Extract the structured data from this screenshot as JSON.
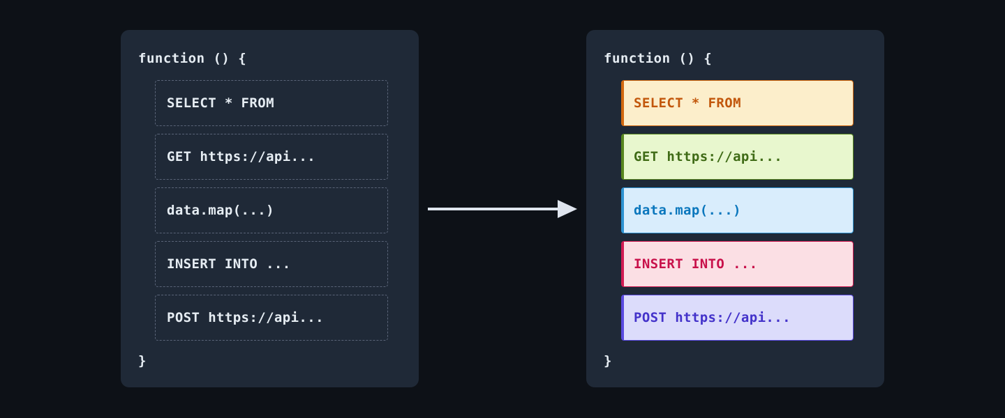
{
  "theme": {
    "page_background": "#0d1117",
    "panel_background": "#1f2937",
    "code_text": "#e6edf3",
    "dashed_border": "#5a6478",
    "arrow_color": "#dfe5ee"
  },
  "before_panel": {
    "function_open": "function () {",
    "function_close": "}",
    "statements": [
      {
        "text": "SELECT * FROM"
      },
      {
        "text": "GET https://api..."
      },
      {
        "text": "data.map(...)"
      },
      {
        "text": "INSERT INTO ..."
      },
      {
        "text": "POST https://api..."
      }
    ]
  },
  "after_panel": {
    "function_open": "function () {",
    "function_close": "}",
    "statements": [
      {
        "text": "SELECT * FROM",
        "kind": "sql-select",
        "background": "#fceecb",
        "text_color": "#c2570c",
        "border_color": "#d2680f"
      },
      {
        "text": "GET https://api...",
        "kind": "http-get",
        "background": "#e8f7ce",
        "text_color": "#3f6b16",
        "border_color": "#57861f"
      },
      {
        "text": "data.map(...)",
        "kind": "js-map",
        "background": "#d9edfc",
        "text_color": "#0b77bd",
        "border_color": "#2e93d1"
      },
      {
        "text": "INSERT INTO ...",
        "kind": "sql-insert",
        "background": "#fbdfe4",
        "text_color": "#c8104a",
        "border_color": "#d11b53"
      },
      {
        "text": "POST https://api...",
        "kind": "http-post",
        "background": "#dcdcfb",
        "text_color": "#4332ca",
        "border_color": "#5a4ae0"
      }
    ]
  },
  "arrow": {
    "icon": "arrow-right-icon",
    "direction": "right"
  }
}
